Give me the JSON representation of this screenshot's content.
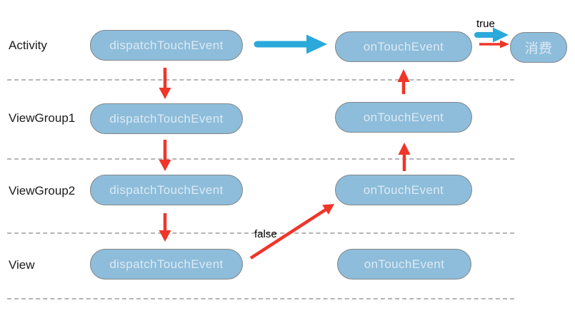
{
  "diagram": {
    "description": "Android touch event dispatch flow diagram",
    "rows": [
      {
        "label": "Activity"
      },
      {
        "label": "ViewGroup1"
      },
      {
        "label": "ViewGroup2"
      },
      {
        "label": "View"
      }
    ],
    "methods": {
      "dispatch": "dispatchTouchEvent",
      "ontouch": "onTouchEvent",
      "consume": "消费"
    },
    "annotations": {
      "true_label": "true",
      "false_label": "false"
    },
    "arrows": [
      {
        "name": "activity-dispatch-to-ontouch",
        "color": "blue",
        "direction": "right"
      },
      {
        "name": "activity-dispatch-to-viewgroup1-dispatch",
        "color": "red",
        "direction": "down"
      },
      {
        "name": "viewgroup1-dispatch-to-viewgroup2-dispatch",
        "color": "red",
        "direction": "down"
      },
      {
        "name": "viewgroup2-dispatch-to-view-dispatch",
        "color": "red",
        "direction": "down"
      },
      {
        "name": "view-dispatch-false-to-viewgroup2-ontouch",
        "color": "red",
        "direction": "up-right",
        "label": "false"
      },
      {
        "name": "viewgroup2-ontouch-to-viewgroup1-ontouch",
        "color": "red",
        "direction": "up"
      },
      {
        "name": "viewgroup1-ontouch-to-activity-ontouch",
        "color": "red",
        "direction": "up"
      },
      {
        "name": "activity-ontouch-true-to-consume-blue",
        "color": "blue",
        "direction": "right",
        "label": "true"
      },
      {
        "name": "activity-ontouch-true-to-consume-red",
        "color": "red",
        "direction": "right"
      }
    ],
    "colors": {
      "pill_fill": "#8dbdda",
      "pill_border": "#828689",
      "pill_text": "#dde9f4",
      "arrow_red": "#f03529",
      "arrow_blue": "#2ba9da",
      "dashed_line": "#b5b5b5",
      "label_text": "#1c1c1c",
      "background": "#ffffff"
    }
  }
}
